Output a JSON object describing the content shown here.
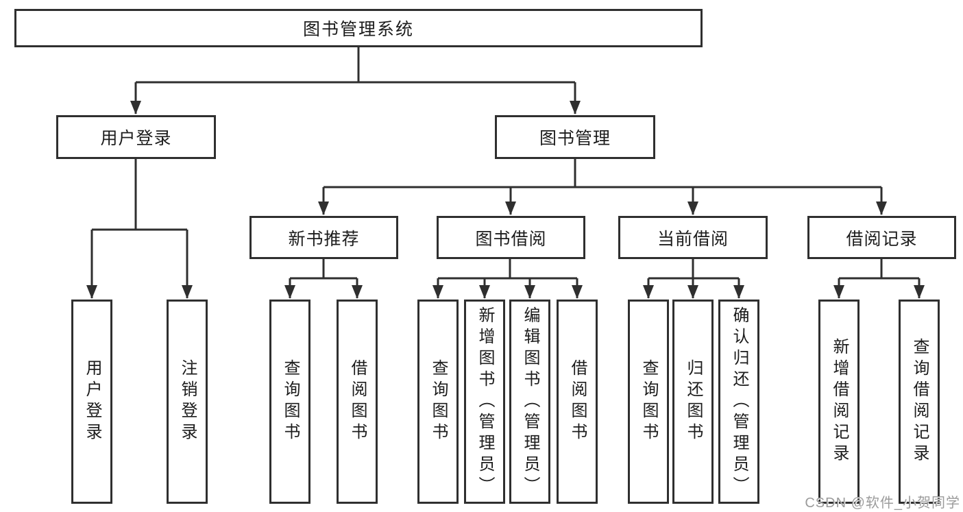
{
  "diagram": {
    "title": "图书管理系统",
    "tree": {
      "root": {
        "label": "图书管理系统",
        "children": [
          {
            "label": "用户登录",
            "children": [
              {
                "label": "用户登录"
              },
              {
                "label": "注销登录"
              }
            ]
          },
          {
            "label": "图书管理",
            "children": [
              {
                "label": "新书推荐",
                "children": [
                  {
                    "label": "查询图书"
                  },
                  {
                    "label": "借阅图书"
                  }
                ]
              },
              {
                "label": "图书借阅",
                "children": [
                  {
                    "label": "查询图书"
                  },
                  {
                    "label": "新增图书（管理员）"
                  },
                  {
                    "label": "编辑图书（管理员）"
                  },
                  {
                    "label": "借阅图书"
                  }
                ]
              },
              {
                "label": "当前借阅",
                "children": [
                  {
                    "label": "查询图书"
                  },
                  {
                    "label": "归还图书"
                  },
                  {
                    "label": "确认归还（管理员）"
                  }
                ]
              },
              {
                "label": "借阅记录",
                "children": [
                  {
                    "label": "新增借阅记录"
                  },
                  {
                    "label": "查询借阅记录"
                  }
                ]
              }
            ]
          }
        ]
      }
    },
    "colors": {
      "line": "#2f2f2f",
      "box_background": "#ffffff",
      "text": "#1c1c1c",
      "watermark_text": "#9b9b9b"
    }
  },
  "watermark": {
    "label": "CSDN @软件_小贺同学"
  }
}
